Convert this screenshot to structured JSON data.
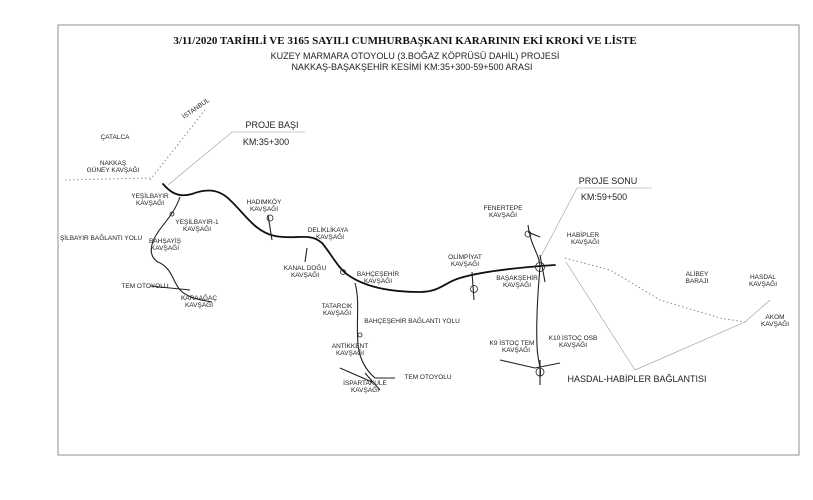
{
  "header": {
    "title": "3/11/2020 TARİHLİ VE 3165 SAYILI CUMHURBAŞKANI KARARININ EKİ KROKİ VE LİSTE",
    "subtitle1": "KUZEY MARMARA OTOYOLU (3.BOĞAZ KÖPRÜSÜ DAHİL) PROJESİ",
    "subtitle2": "NAKKAŞ-BAŞAKŞEHİR KESİMİ  KM:35+300-59+500  ARASI"
  },
  "markers": {
    "start_label": "PROJE BAŞI",
    "start_km": "KM:35+300",
    "end_label": "PROJE SONU",
    "end_km": "KM:59+500"
  },
  "places": {
    "istanbul": "İSTANBUL",
    "catalca": "ÇATALCA",
    "alibey1": "ALİBEY",
    "alibey2": "BARAJI"
  },
  "junctions": {
    "nakkas": [
      "NAKKAŞ",
      "GÜNEY KAVŞAĞI"
    ],
    "yesilbayir": [
      "YEŞİLBAYIR",
      "KAVŞAĞI"
    ],
    "yesilbayir1": [
      "YEŞİLBAYIR-1",
      "KAVŞAĞI"
    ],
    "hadimkoy": [
      "HADIMKÖY",
      "KAVŞAĞI"
    ],
    "deliklikaya": [
      "DELİKLİKAYA",
      "KAVŞAĞI"
    ],
    "bahsayis": [
      "BAHŞAYİŞ",
      "KAVŞAĞI"
    ],
    "kanal_dogu": [
      "KANAL DOĞU",
      "KAVŞAĞI"
    ],
    "bahcesehir": [
      "BAHÇEŞEHİR",
      "KAVŞAĞI"
    ],
    "olimpiyat": [
      "OLİMPİYAT",
      "KAVŞAĞI"
    ],
    "basaksehir": [
      "BAŞAKŞEHİR",
      "KAVŞAĞI"
    ],
    "fenertepe": [
      "FENERTEPE",
      "KAVŞAĞI"
    ],
    "habipler": [
      "HABİPLER",
      "KAVŞAĞI"
    ],
    "hasdal": [
      "HASDAL",
      "KAVŞAĞI"
    ],
    "akom": [
      "AKOM",
      "KAVŞAĞI"
    ],
    "karaagac": [
      "KARAAĞAÇ",
      "KAVŞAĞI"
    ],
    "tatarcik": [
      "TATARCIK",
      "KAVŞAĞI"
    ],
    "antikkent": [
      "ANTİKKENT",
      "KAVŞAĞI"
    ],
    "ispartakule": [
      "İSPARTAKULE",
      "KAVŞAĞI"
    ],
    "k10": [
      "K10 İSTOÇ OSB",
      "KAVŞAĞI"
    ],
    "k9": [
      "K9 İSTOÇ TEM",
      "KAVŞAĞI"
    ]
  },
  "roads": {
    "yesilbayir_link": "ŞİLBAYIR BAĞLANTI YOLU",
    "tem_left": "TEM OTOYOLU",
    "bahcesehir_link": "BAHÇEŞEHİR BAĞLANTI YOLU",
    "tem_right": "TEM OTOYOLU",
    "hasdal_habipler": "HASDAL-HABİPLER BAĞLANTISI"
  }
}
